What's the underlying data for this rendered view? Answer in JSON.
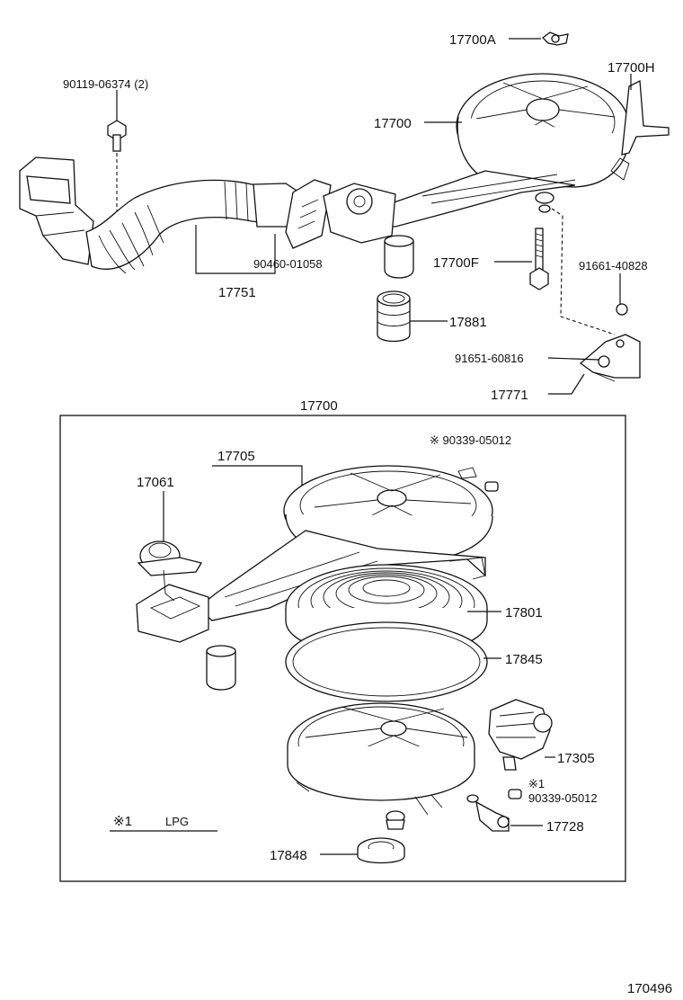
{
  "labels": {
    "part_17700A": "17700A",
    "part_17700H": "17700H",
    "part_90119": "90119-06374 (2)",
    "part_17700": "17700",
    "part_90460": "90460-01058",
    "part_17700F": "17700F",
    "part_91661": "91661-40828",
    "part_17751": "17751",
    "part_17881": "17881",
    "part_91651": "91651-60816",
    "part_17771": "17771",
    "part_17700_box": "17700",
    "part_17705": "17705",
    "part_17061": "17061",
    "part_90339_top": "※ 90339-05012",
    "part_17801": "17801",
    "part_17845": "17845",
    "part_17305": "17305",
    "part_note1_mark": "※1",
    "part_90339_bottom": "90339-05012",
    "part_17728": "17728",
    "part_17848": "17848",
    "legend_mark": "※1",
    "legend_text": "LPG",
    "diagram_number": "170496"
  }
}
